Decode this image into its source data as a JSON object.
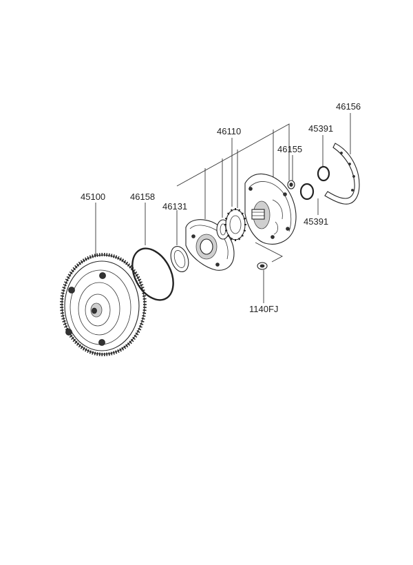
{
  "parts": [
    {
      "id": "torque-converter",
      "number": "45100"
    },
    {
      "id": "o-ring",
      "number": "46158"
    },
    {
      "id": "oil-seal",
      "number": "46131"
    },
    {
      "id": "oil-pump-assembly",
      "number": "46110"
    },
    {
      "id": "pump-bolt",
      "number": "46155"
    },
    {
      "id": "seal-ring-upper",
      "number": "45391"
    },
    {
      "id": "seal-ring-lower",
      "number": "45391"
    },
    {
      "id": "gasket",
      "number": "46156"
    },
    {
      "id": "flange-bolt",
      "number": "1140FJ"
    }
  ]
}
